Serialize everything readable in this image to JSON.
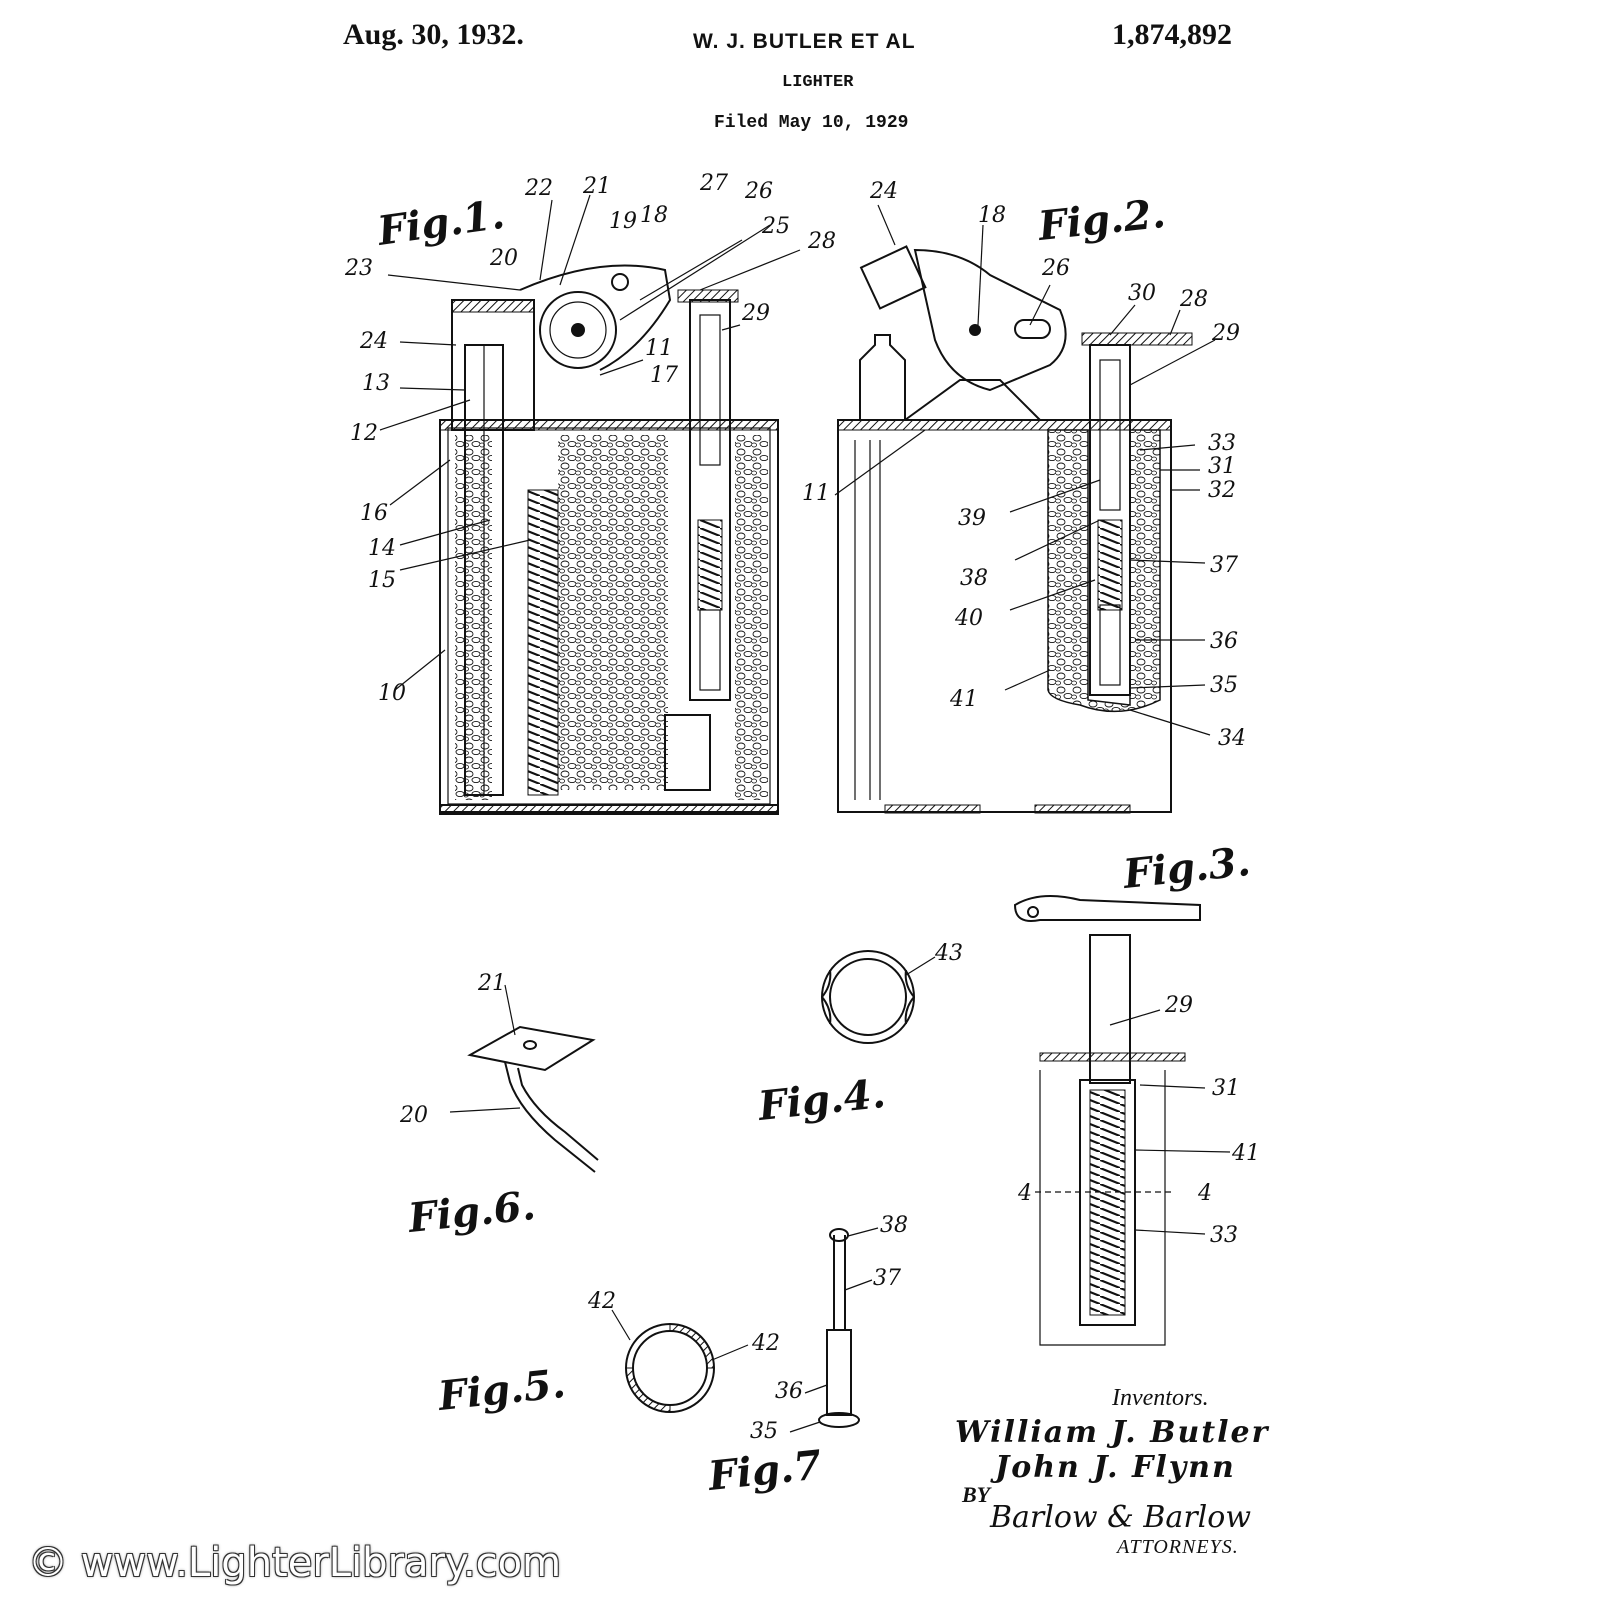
{
  "header": {
    "date": "Aug. 30, 1932.",
    "inventors_short": "W. J. BUTLER ET AL",
    "patent_number": "1,874,892",
    "title": "LIGHTER",
    "filed": "Filed May 10, 1929"
  },
  "figures": {
    "fig1": {
      "label": "Fig.1.",
      "refs": [
        "22",
        "21",
        "19",
        "18",
        "27",
        "26",
        "20",
        "25",
        "28",
        "23",
        "24",
        "29",
        "13",
        "11",
        "17",
        "12",
        "16",
        "14",
        "15",
        "10"
      ]
    },
    "fig2": {
      "label": "Fig.2.",
      "refs": [
        "24",
        "18",
        "26",
        "30",
        "28",
        "29",
        "33",
        "31",
        "32",
        "11",
        "39",
        "38",
        "37",
        "40",
        "36",
        "41",
        "35",
        "34"
      ]
    },
    "fig3": {
      "label": "Fig.3.",
      "refs": [
        "29",
        "31",
        "41",
        "4",
        "4",
        "33"
      ]
    },
    "fig4": {
      "label": "Fig.4.",
      "refs": [
        "43"
      ]
    },
    "fig5": {
      "label": "Fig.5.",
      "refs": [
        "42",
        "42"
      ]
    },
    "fig6": {
      "label": "Fig.6.",
      "refs": [
        "21",
        "20"
      ]
    },
    "fig7": {
      "label": "Fig.7",
      "refs": [
        "38",
        "37",
        "36",
        "35"
      ]
    }
  },
  "inventors": {
    "label": "Inventors.",
    "name1": "William J. Butler",
    "name2": "John J. Flynn",
    "by": "BY",
    "signature": "Barlow & Barlow",
    "attorneys": "ATTORNEYS."
  },
  "watermark": "© www.LighterLibrary.com"
}
